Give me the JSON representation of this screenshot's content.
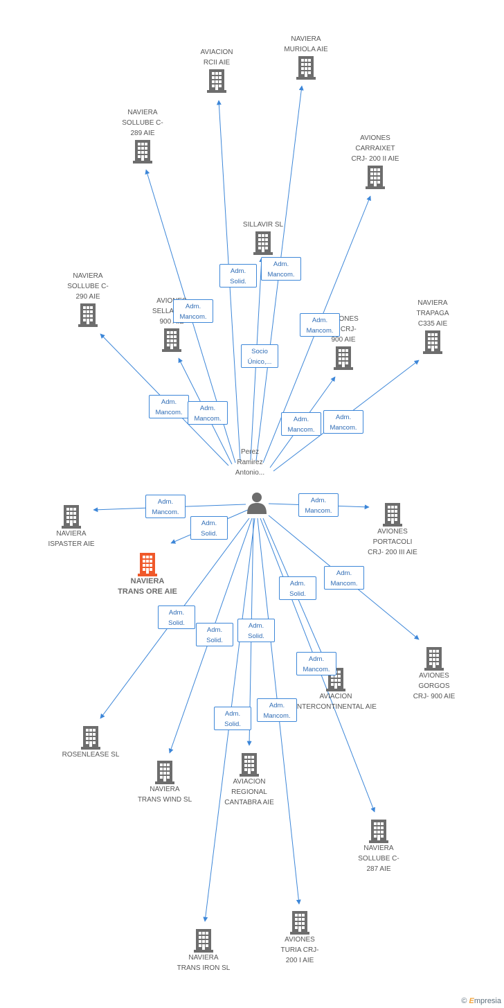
{
  "center_person": {
    "label": "Perez\nRamirez\nAntonio..."
  },
  "focus_company": {
    "label": "NAVIERA\nTRANS ORE AIE"
  },
  "companies": [
    {
      "id": "aviacion-rcii",
      "label": "AVIACION\nRCII AIE"
    },
    {
      "id": "naviera-muriola",
      "label": "NAVIERA\nMURIOLA AIE"
    },
    {
      "id": "naviera-sollube-289",
      "label": "NAVIERA\nSOLLUBE C-\n289 AIE"
    },
    {
      "id": "aviones-carraixet",
      "label": "AVIONES\nCARRAIXET\nCRJ- 200 II AIE"
    },
    {
      "id": "sillavir",
      "label": "SILLAVIR SL"
    },
    {
      "id": "naviera-sollube-290",
      "label": "NAVIERA\nSOLLUBE C-\n290 AIE"
    },
    {
      "id": "aviones-sella-900",
      "label": "AVIONES\nSELLA CRJ-\n900 AIE"
    },
    {
      "id": "aviones-el-crj-900",
      "label": "AVIONES\nEL CRJ-\n900 AIE"
    },
    {
      "id": "naviera-trapaga",
      "label": "NAVIERA\nTRAPAGA\nC335  AIE"
    },
    {
      "id": "naviera-ispaster",
      "label": "NAVIERA\nISPASTER AIE"
    },
    {
      "id": "aviones-portacoli",
      "label": "AVIONES\nPORTACOLI\nCRJ- 200 III AIE"
    },
    {
      "id": "aviones-gorgos",
      "label": "AVIONES\nGORGOS\nCRJ- 900 AIE"
    },
    {
      "id": "aviacion-intercontinental",
      "label": "AVIACION\nINTERCONTINENTAL AIE"
    },
    {
      "id": "rosenlease",
      "label": "ROSENLEASE SL"
    },
    {
      "id": "naviera-trans-wind",
      "label": "NAVIERA\nTRANS WIND SL"
    },
    {
      "id": "aviacion-regional-cantabra",
      "label": "AVIACION\nREGIONAL\nCANTABRA AIE"
    },
    {
      "id": "naviera-sollube-287",
      "label": "NAVIERA\nSOLLUBE C-\n287 AIE"
    },
    {
      "id": "naviera-trans-iron",
      "label": "NAVIERA\nTRANS IRON  SL"
    },
    {
      "id": "aviones-turia",
      "label": "AVIONES\nTURIA CRJ-\n200 I AIE"
    }
  ],
  "relations": [
    {
      "id": "r1",
      "label": "Adm.\nSolid."
    },
    {
      "id": "r2",
      "label": "Adm.\nMancom."
    },
    {
      "id": "r3",
      "label": "Adm.\nMancom."
    },
    {
      "id": "r4",
      "label": "Socio\nÚnico,..."
    },
    {
      "id": "r5",
      "label": "Adm.\nMancom."
    },
    {
      "id": "r6",
      "label": "Adm.\nMancom."
    },
    {
      "id": "r7",
      "label": "Adm.\nMancom."
    },
    {
      "id": "r8",
      "label": "Adm.\nMancom."
    },
    {
      "id": "r9",
      "label": "Adm.\nMancom."
    },
    {
      "id": "r10",
      "label": "Adm.\nMancom."
    },
    {
      "id": "r11",
      "label": "Adm.\nSolid."
    },
    {
      "id": "r12",
      "label": "Adm.\nMancom."
    },
    {
      "id": "r13",
      "label": "Adm.\nSolid."
    },
    {
      "id": "r14",
      "label": "Adm.\nMancom."
    },
    {
      "id": "r15",
      "label": "Adm.\nSolid."
    },
    {
      "id": "r16",
      "label": "Adm.\nSolid."
    },
    {
      "id": "r17",
      "label": "Adm.\nSolid."
    },
    {
      "id": "r18",
      "label": "Adm.\nMancom."
    },
    {
      "id": "r19",
      "label": "Adm.\nSolid."
    },
    {
      "id": "r20",
      "label": "Adm.\nMancom."
    }
  ],
  "colors": {
    "edge": "#3c86d8",
    "building": "#6d6d6d",
    "focus_building": "#f0592a",
    "person": "#6d6d6d"
  },
  "footer": {
    "copyright": "©",
    "brand_e": "E",
    "brand_rest": "mpresia"
  }
}
